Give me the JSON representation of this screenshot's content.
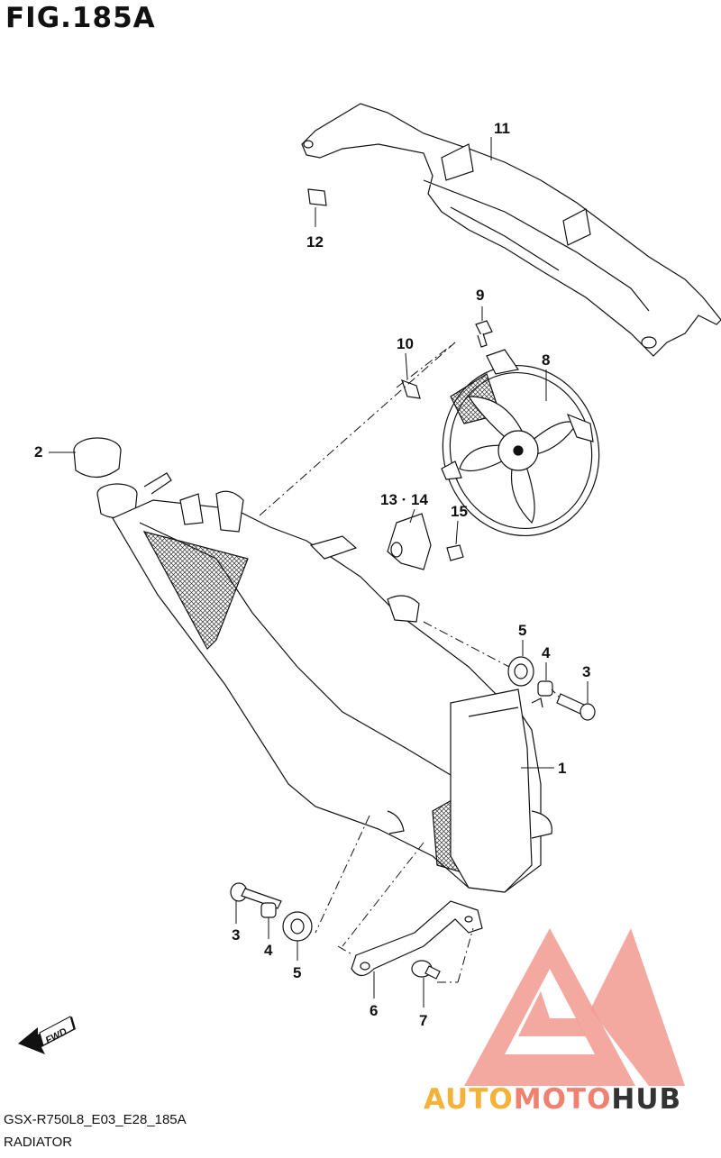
{
  "figure_title": "FIG.185A",
  "model_code": "GSX-R750L8_E03_E28_185A",
  "caption": "RADIATOR",
  "fwd_label": "FWD",
  "watermark": {
    "part1": "AUTO",
    "part2": "MOTO",
    "part3": "HUB",
    "color_main": "#f08070",
    "color_alt": "#f4b23a",
    "color_dark": "#333333"
  },
  "callouts": {
    "c1": "1",
    "c2": "2",
    "c3a": "3",
    "c3b": "3",
    "c4a": "4",
    "c4b": "4",
    "c5a": "5",
    "c5b": "5",
    "c6": "6",
    "c7": "7",
    "c8": "8",
    "c9": "9",
    "c10": "10",
    "c11": "11",
    "c12": "12",
    "c13_14": "13 · 14",
    "c15": "15"
  }
}
